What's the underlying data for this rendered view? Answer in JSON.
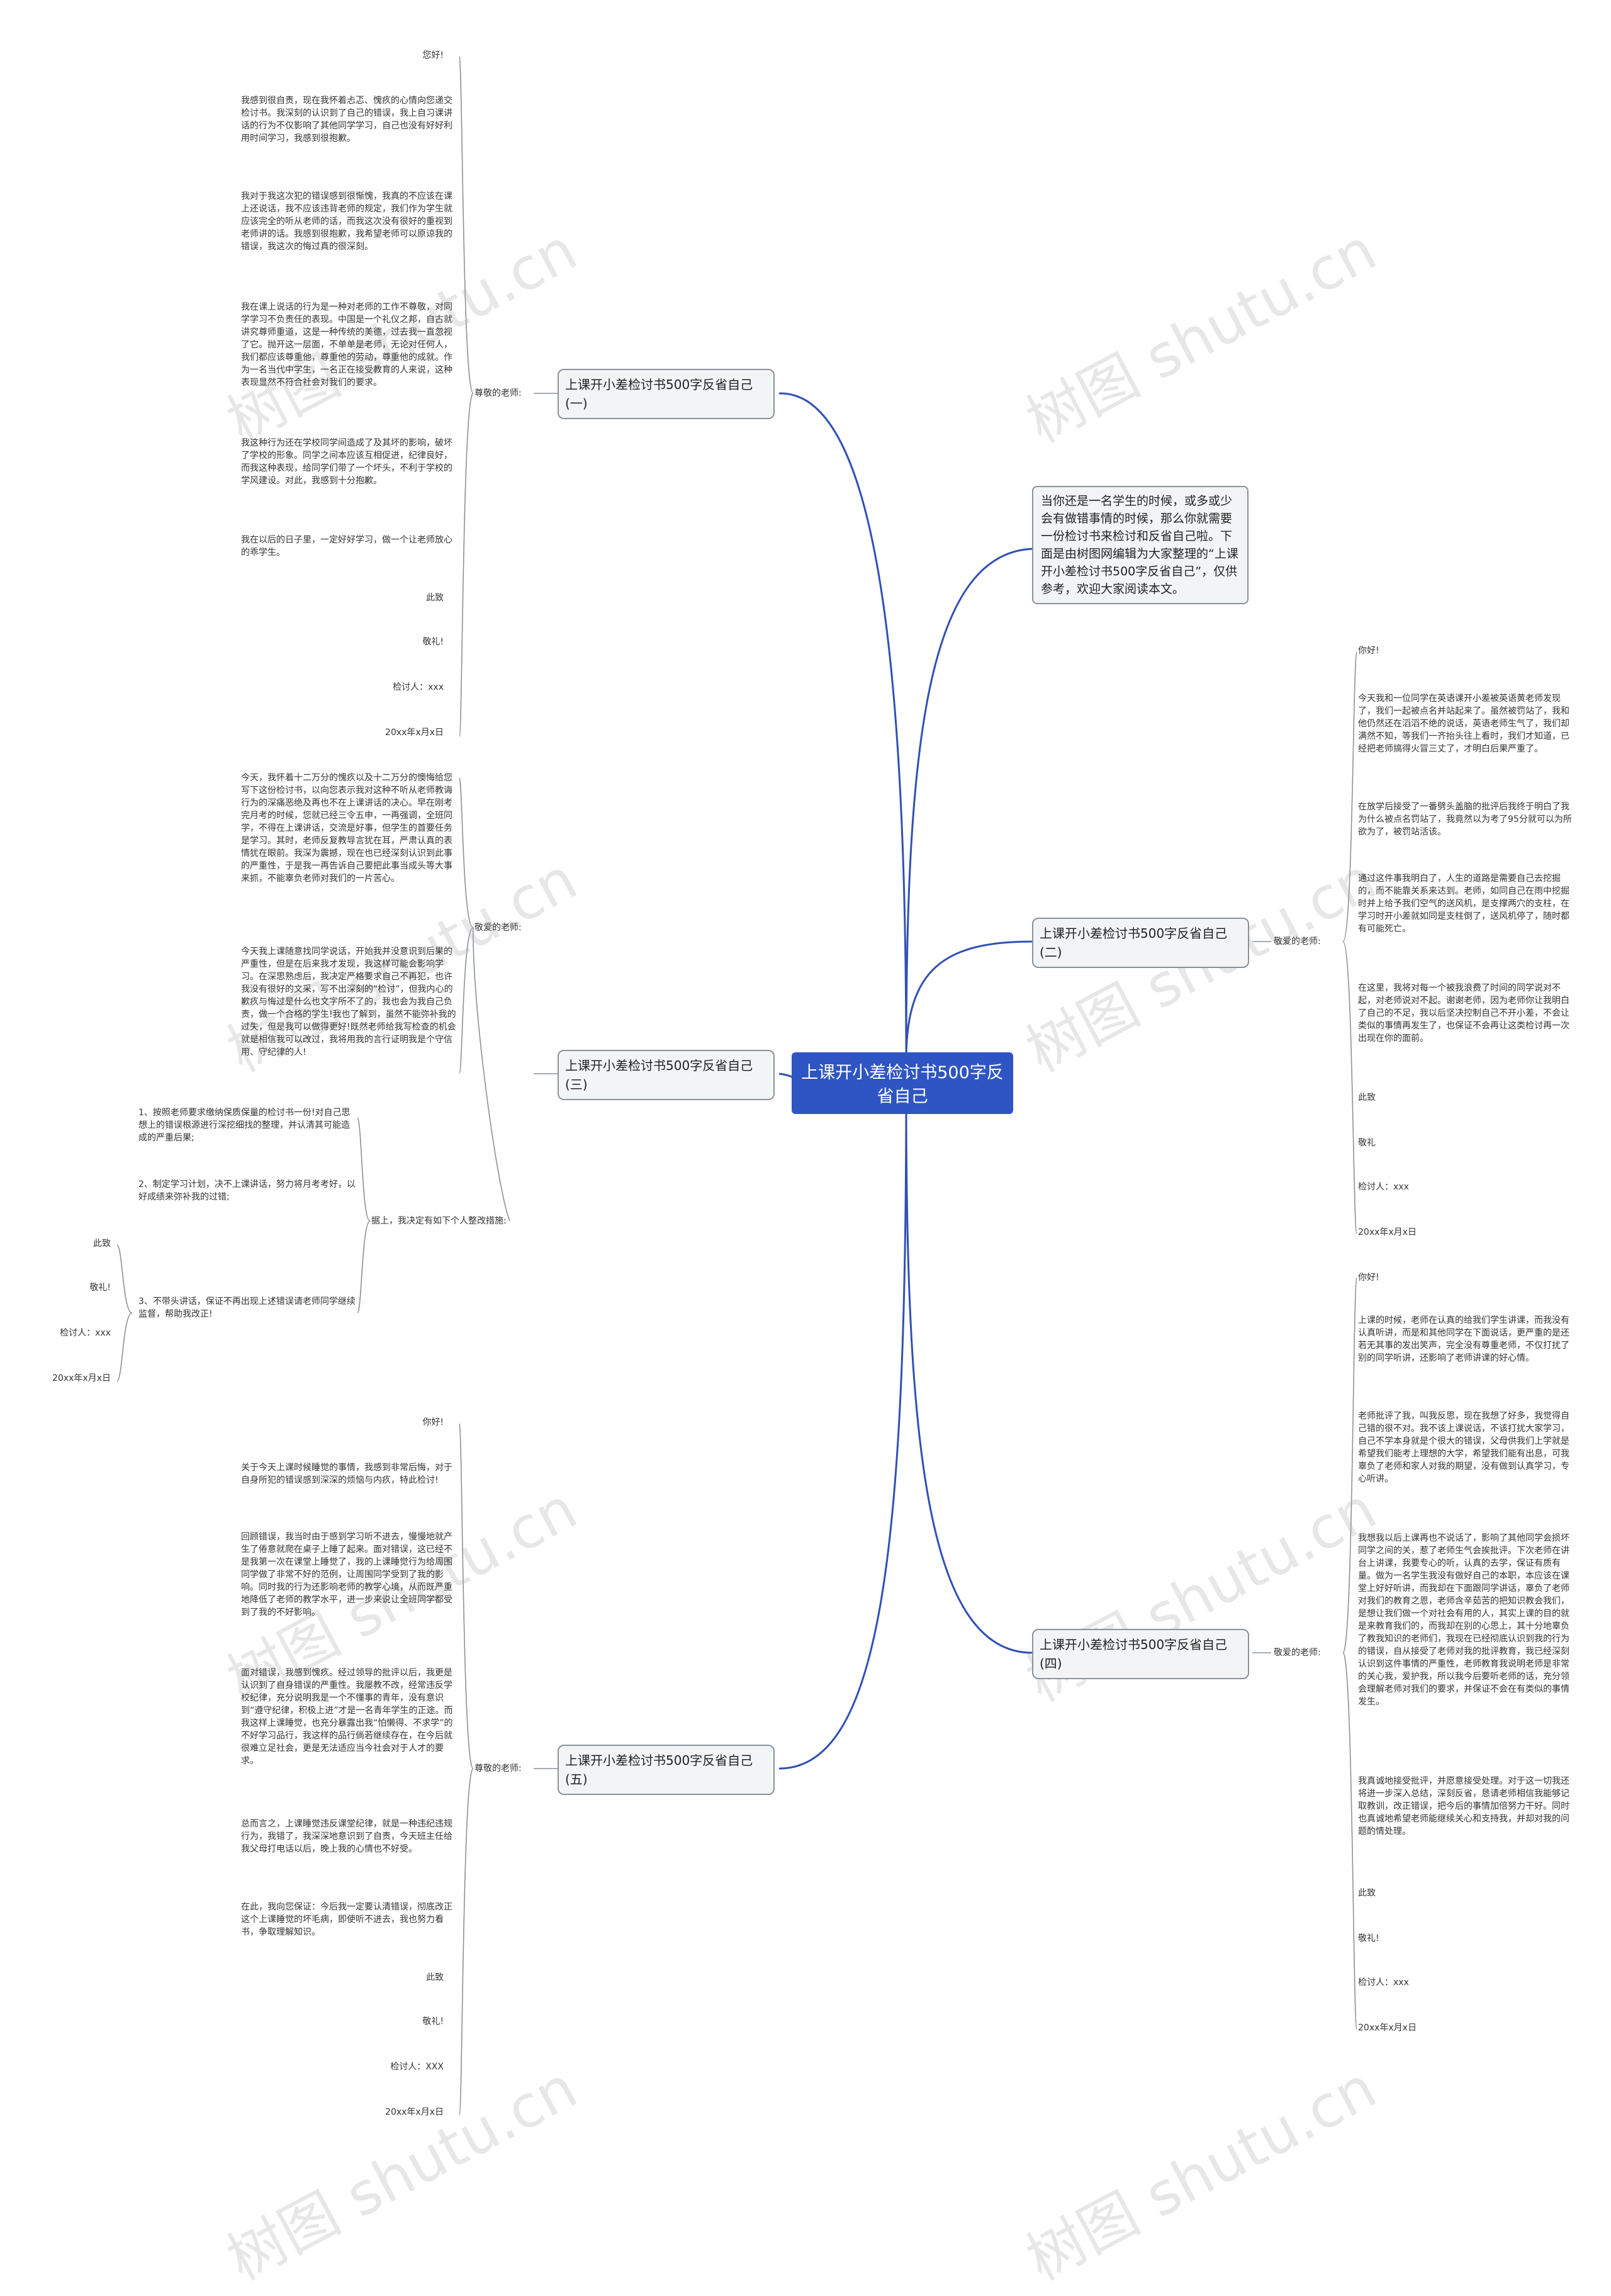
{
  "center": {
    "title": "上课开小差检讨书500字反省自己"
  },
  "intro": "当你还是一名学生的时候，或多或少会有做错事情的时候，那么你就需要一份检讨书来检讨和反省自己啦。下面是由树图网编辑为大家整理的“上课开小差检讨书500字反省自己”，仅供参考，欢迎大家阅读本文。",
  "branches": [
    {
      "title": "上课开小差检讨书500字反省自己(一)",
      "greeting": "尊敬的老师:",
      "items": [
        "您好!",
        "我感到很自责，现在我怀着忐忑、愧疚的心情向您递交检讨书。我深刻的认识到了自己的错误，我上自习课讲话的行为不仅影响了其他同学学习，自己也没有好好利用时间学习，我感到很抱歉。",
        "我对于我这次犯的错误感到很惭愧，我真的不应该在课上还说话，我不应该违背老师的规定，我们作为学生就应该完全的听从老师的话，而我这次没有很好的重视到老师讲的话。我感到很抱歉，我希望老师可以原谅我的错误，我这次的悔过真的很深刻。",
        "我在课上说话的行为是一种对老师的工作不尊敬，对同学学习不负责任的表现。中国是一个礼仪之邦，自古就讲究尊师重道，这是一种传统的美德，过去我一直忽视了它。抛开这一层面，不单单是老师，无论对任何人，我们都应该尊重他，尊重他的劳动，尊重他的成就。作为一名当代中学生，一名正在接受教育的人来说，这种表现显然不符合社会对我们的要求。",
        "我这种行为还在学校同学间造成了及其坏的影响，破坏了学校的形象。同学之间本应该互相促进，纪律良好，而我这种表现，给同学们带了一个坏头，不利于学校的学风建设。对此，我感到十分抱歉。",
        "我在以后的日子里，一定好好学习，做一个让老师放心的乖学生。",
        "此致",
        "敬礼!",
        "检讨人：xxx",
        "20xx年x月x日"
      ]
    },
    {
      "title": "上课开小差检讨书500字反省自己(二)",
      "greeting": "敬爱的老师:",
      "items": [
        "你好!",
        "今天我和一位同学在英语课开小差被英语黄老师发现了，我们一起被点名并站起来了。虽然被罚站了，我和他仍然还在滔滔不绝的说话，英语老师生气了，我们却满然不知，等我们一齐抬头往上看时，我们才知道，已经把老师搞得火冒三丈了，才明白后果严重了。",
        "在放学后接受了一番劈头盖脑的批评后我终于明白了我为什么被点名罚站了，我竟然以为考了95分就可以为所欲为了，被罚站活该。",
        "通过这件事我明白了，人生的道路是需要自己去挖掘的，而不能靠关系来达到。老师，如同自己在雨中挖掘时并上给予我们空气的送风机，是支撑两穴的支柱，在学习时开小差就如同是支柱倒了，送风机停了，随时都有可能死亡。",
        "在这里，我将对每一个被我浪费了时间的同学说对不起，对老师说对不起。谢谢老师，因为老师你让我明白了自己的不足，我以后坚决控制自己不开小差，不会让类似的事情再发生了，也保证不会再让这类检讨再一次出现在你的面前。",
        "此致",
        "敬礼",
        "检讨人：xxx",
        "20xx年x月x日"
      ]
    },
    {
      "title": "上课开小差检讨书500字反省自己(三)",
      "greeting": "敬爱的老师:",
      "items": [
        "今天，我怀着十二万分的愧疚以及十二万分的懊悔给您写下这份检讨书，以向您表示我对这种不听从老师教诲行为的深痛恶绝及再也不在上课讲话的决心。早在刚考完月考的时候，您就已经三令五申，一再强调，全班同学，不得在上课讲话，交流是好事，但学生的首要任务是学习。其时，老师反复教导言犹在耳，严肃认真的表情犹在眼前。我深为震撼，现在也已经深刻认识到此事的严重性，于是我一再告诉自己要把此事当成头等大事来抓，不能辜负老师对我们的一片苦心。",
        "今天我上课随意找同学说话，开始我并没意识到后果的严重性，但是在后来我才发现，我这样可能会影响学习。在深思熟虑后，我决定严格要求自己不再犯，也许我没有很好的文采，写不出深刻的“检讨”，但我内心的歉疚与悔过是什么也文字所不了的，我也会为我自己负责，做一个合格的学生!我也了解到，虽然不能弥补我的过失，但是我可以做得更好!既然老师给我写检查的机会就是相信我可以改过，我将用我的言行证明我是个守信用、守纪律的人!"
      ],
      "sub": {
        "label": "据上，我决定有如下个人整改措施:",
        "items": [
          "1、按照老师要求缴纳保质保量的检讨书一份!对自己思想上的错误根源进行深挖细找的整理，并认清其可能造成的严重后果;",
          "2、制定学习计划，决不上课讲话，努力将月考考好，以好成绩来弥补我的过错;",
          "3、不带头讲话，保证不再出现上述错误请老师同学继续监督，帮助我改正!"
        ],
        "closing": [
          "此致",
          "敬礼!",
          "检讨人：xxx",
          "20xx年x月x日"
        ]
      }
    },
    {
      "title": "上课开小差检讨书500字反省自己(四)",
      "greeting": "敬爱的老师:",
      "items": [
        "你好!",
        "上课的时候，老师在认真的给我们学生讲课，而我没有认真听讲，而是和其他同学在下面说话，更严重的是还若无其事的发出笑声，完全没有尊重老师，不仅打扰了别的同学听讲，还影响了老师讲课的好心情。",
        "老师批评了我，叫我反思，现在我想了好多，我觉得自己错的很不对。我不该上课说话，不该打扰大家学习，自己不学本身就是个很大的错误，父母供我们上学就是希望我们能考上理想的大学，希望我们能有出息，可我辜负了老师和家人对我的期望，没有做到认真学习，专心听讲。",
        "我想我以后上课再也不说话了，影响了其他同学会损坏同学之间的关，惹了老师生气会挨批评。下次老师在讲台上讲课，我要专心的听，认真的去学，保证有质有量。做为一名学生我没有做好自己的本职，本应该在课堂上好好听讲，而我却在下面跟同学讲话，辜负了老师对我们的教育之恩，老师含辛茹苦的把知识教会我们，是想让我们做一个对社会有用的人，其实上课的目的就是来教育我们的，而我却在别的心思上，其十分地辜负了教我知识的老师们，我现在已经彻底认识到我的行为的错误，自从接受了老师对我的批评教育，我已经深刻认识到这件事情的严重性，老师教育我说明老师是非常的关心我，爱护我，所以我今后要听老师的话，充分领会理解老师对我们的要求，并保证不会在有类似的事情发生。",
        "我真诚地接受批评，并愿意接受处理。对于这一切我还将进一步深入总结，深刻反省，恳请老师相信我能够记取教训，改正错误，把今后的事情加倍努力干好。同时也真诚地希望老师能继续关心和支持我，并却对我的问题酌情处理。",
        "此致",
        "敬礼!",
        "检讨人：xxx",
        "20xx年x月x日"
      ]
    },
    {
      "title": "上课开小差检讨书500字反省自己(五)",
      "greeting": "尊敬的老师:",
      "items": [
        "你好!",
        "关于今天上课时候睡觉的事情，我感到非常后悔，对于自身所犯的错误感到深深的烦恼与内疚，特此检讨!",
        "回顾错误，我当时由于感到学习听不进去，慢慢地就产生了倦意就爬在桌子上睡了起来。面对错误，这已经不是我第一次在课堂上睡觉了，我的上课睡觉行为给周围同学做了非常不好的范例，让周围同学受到了我的影响。同时我的行为还影响老师的教学心境，从而既严重地降低了老师的教学水平，进一步来说让全班同学都受到了我的不好影响。",
        "面对错误，我感到愧疚。经过领导的批评以后，我更是认识到了自身错误的严重性。我屡教不改，经常违反学校纪律，充分说明我是一个不懂事的青年，没有意识到“遵守纪律，积极上进”才是一名青年学生的正途。而我这样上课睡觉，也充分暴露出我“怕懒得、不求学”的不好学习品行，我这样的品行倘若继续存在，在今后就很难立足社会，更是无法适应当今社会对于人才的要求。",
        "总而言之，上课睡觉违反课堂纪律，就是一种违纪违规行为，我错了，我深深地意识到了自责，今天班主任给我父母打电话以后，晚上我的心情也不好受。",
        "在此，我向您保证：今后我一定要认清错误，彻底改正这个上课睡觉的坏毛病，即使听不进去，我也努力看书，争取理解知识。",
        "此致",
        "敬礼!",
        "检讨人：XXX",
        "20xx年x月x日"
      ]
    }
  ],
  "watermark": "树图 shutu.cn",
  "colors": {
    "center": "#2f55c4",
    "line": "#3050b4",
    "branch_bg": "#f3f4f6",
    "branch_border": "#8a919c"
  }
}
